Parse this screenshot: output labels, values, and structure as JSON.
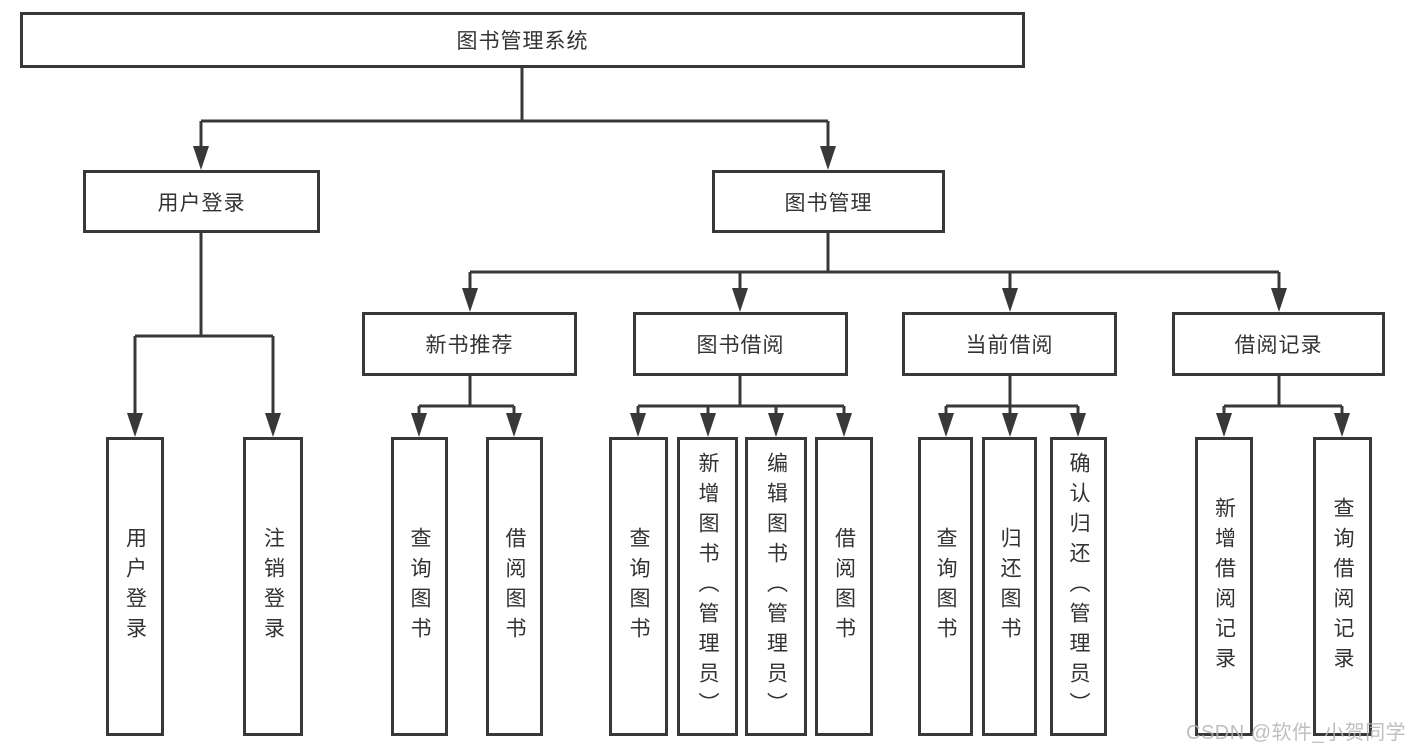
{
  "diagram": {
    "title": "图书管理系统",
    "level2": {
      "user_login": "用户登录",
      "book_mgmt": "图书管理"
    },
    "level3": {
      "new_books": "新书推荐",
      "book_borrow": "图书借阅",
      "current_borrow": "当前借阅",
      "borrow_records": "借阅记录"
    },
    "leaves": {
      "user_login": [
        "用户登录",
        "注销登录"
      ],
      "new_books": [
        "查询图书",
        "借阅图书"
      ],
      "book_borrow": [
        "查询图书",
        "新增图书（管理员）",
        "编辑图书（管理员）",
        "借阅图书"
      ],
      "current_borrow": [
        "查询图书",
        "归还图书",
        "确认归还（管理员）"
      ],
      "borrow_records": [
        "新增借阅记录",
        "查询借阅记录"
      ]
    },
    "watermark": "CSDN @软件_小贺同学",
    "colors": {
      "line": "#383838",
      "text": "#333333",
      "watermark": "#b5b5b5",
      "background": "#ffffff"
    }
  }
}
